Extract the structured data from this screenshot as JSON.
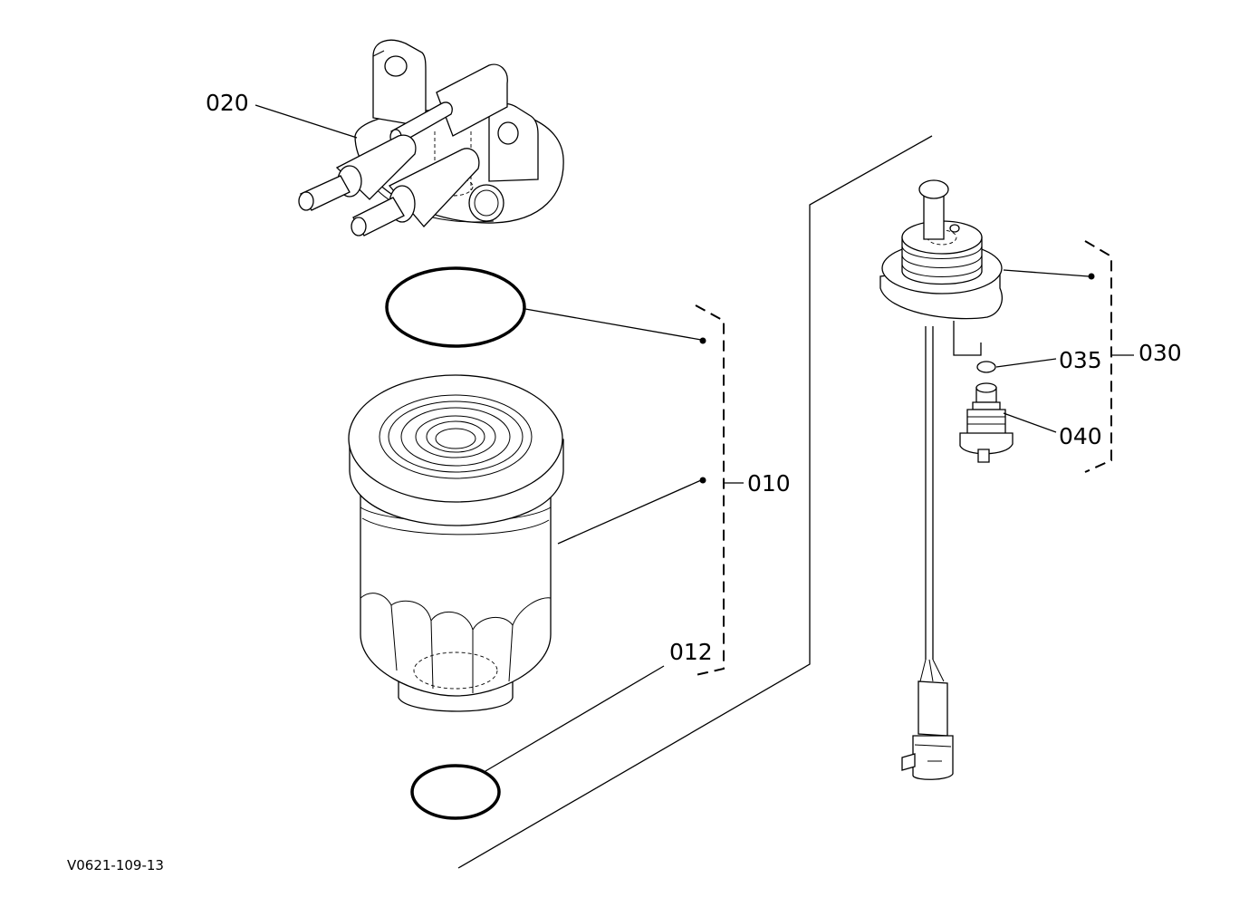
{
  "diagram": {
    "drawing_code": "V0621-109-13",
    "callouts": {
      "c020": "020",
      "c010": "010",
      "c012": "012",
      "c030": "030",
      "c035": "035",
      "c040": "040"
    },
    "parts": [
      "filter-head-bracket",
      "upper-o-ring",
      "filter-cartridge",
      "lower-o-ring",
      "water-sensor-probe",
      "sensor-o-ring",
      "sensor-plug-connector"
    ]
  }
}
